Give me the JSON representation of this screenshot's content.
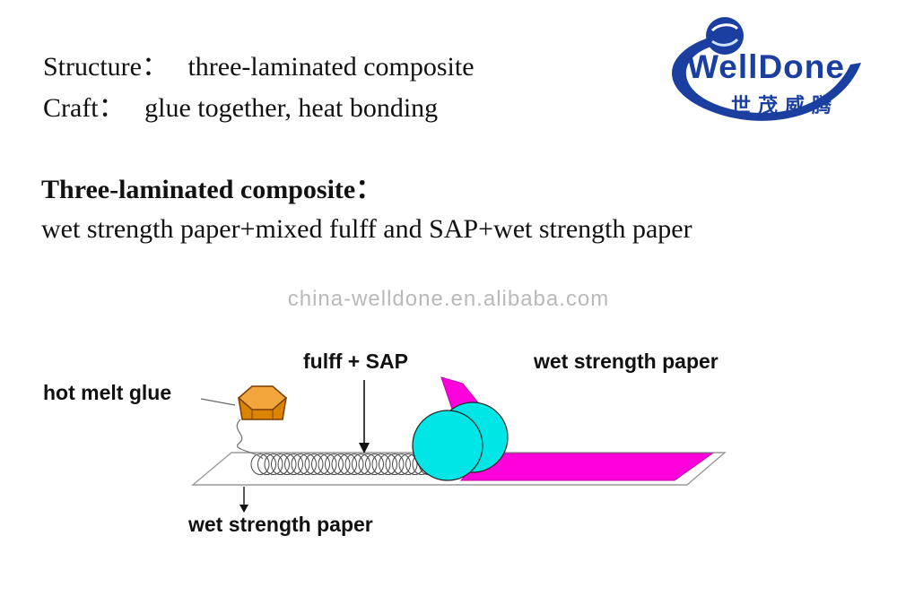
{
  "header": {
    "line1_label": "Structure：",
    "line1_value": "three-laminated composite",
    "line2_label": "Craft：",
    "line2_value": "glue together, heat bonding"
  },
  "logo": {
    "name": "WellDone",
    "chinese": "世茂威腾",
    "color": "#1b3fa0"
  },
  "composite": {
    "heading": "Three-laminated composite：",
    "description": "wet strength paper+mixed fulff and SAP+wet strength paper"
  },
  "watermark": "china-welldone.en.alibaba.com",
  "diagram": {
    "labels": {
      "fluff_sap": "fulff + SAP",
      "wet_strength_paper_top": "wet strength paper",
      "hot_melt_glue": "hot melt glue",
      "wet_strength_paper_bottom": "wet strength paper"
    },
    "colors": {
      "roller": "#00e6e6",
      "paper": "#ff00dc",
      "glue_top": "#f2a63c",
      "glue_body": "#dc8300",
      "sheet_fill": "#ffffff"
    }
  }
}
